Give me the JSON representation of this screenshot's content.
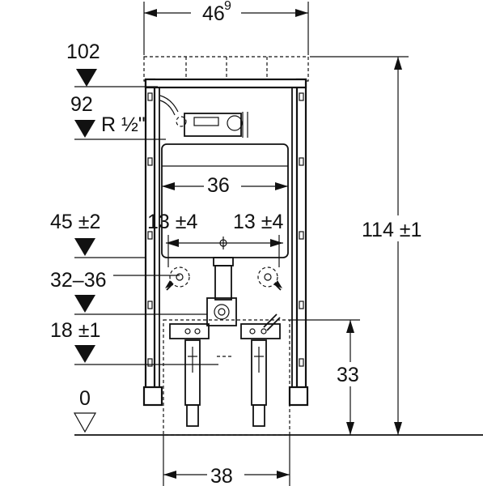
{
  "dimensions": {
    "top_width": "46",
    "top_width_sup": "9",
    "width_36": "36",
    "offset_left": "13 ±4",
    "offset_right": "13 ±4",
    "total_height": "114 ±1",
    "height_33": "33",
    "bottom_width": "38"
  },
  "levels": [
    {
      "label": "102"
    },
    {
      "label": "92"
    },
    {
      "label": "45 ±2"
    },
    {
      "label": "32–36"
    },
    {
      "label": "18 ±1"
    },
    {
      "label": "0"
    }
  ],
  "thread_label": "R ½\""
}
